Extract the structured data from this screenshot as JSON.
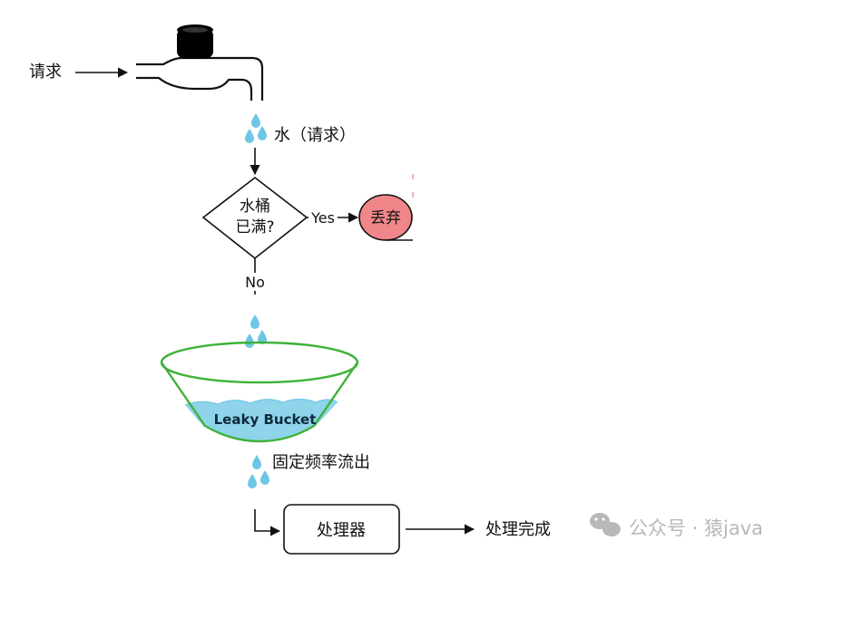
{
  "labels": {
    "request": "请求",
    "water_request": "水（请求）",
    "bucket_full_line1": "水桶",
    "bucket_full_line2": "已满?",
    "yes": "Yes",
    "discard": "丢弃",
    "no": "No",
    "bucket_name": "Leaky Bucket",
    "fixed_rate_out": "固定频率流出",
    "processor": "处理器",
    "done": "处理完成"
  },
  "watermark": {
    "text": "公众号 · 猿java",
    "icon": "wechat-icon"
  },
  "colors": {
    "water_drop": "#6ec6e6",
    "bucket_outline": "#3fb23a",
    "bucket_water": "#8fd4ea",
    "discard_fill": "#f0868a",
    "faucet": "#000000",
    "watermark": "#b8b8b8"
  }
}
